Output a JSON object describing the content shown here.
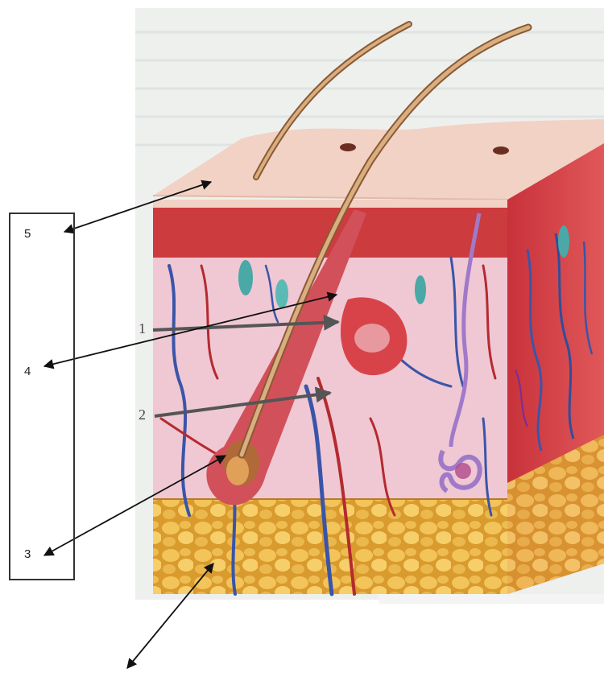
{
  "labels": {
    "box_labels": [
      "5",
      "4",
      "3"
    ],
    "inner_labels": [
      "1",
      "2"
    ]
  },
  "colors": {
    "epidermis": "#f1d2c5",
    "dermis_red": "#cc3b3e",
    "dermis_pink": "#efc8d4",
    "fat": "#e9b641",
    "hair": "#c79660",
    "vein": "#3a55a8",
    "artery": "#b52a2f",
    "arrow": "#111111",
    "gray_arrow": "#555555"
  },
  "icons": [
    "hair-shaft",
    "hair-follicle",
    "sebaceous-gland",
    "sweat-gland",
    "blood-vessel",
    "fat-cells"
  ]
}
